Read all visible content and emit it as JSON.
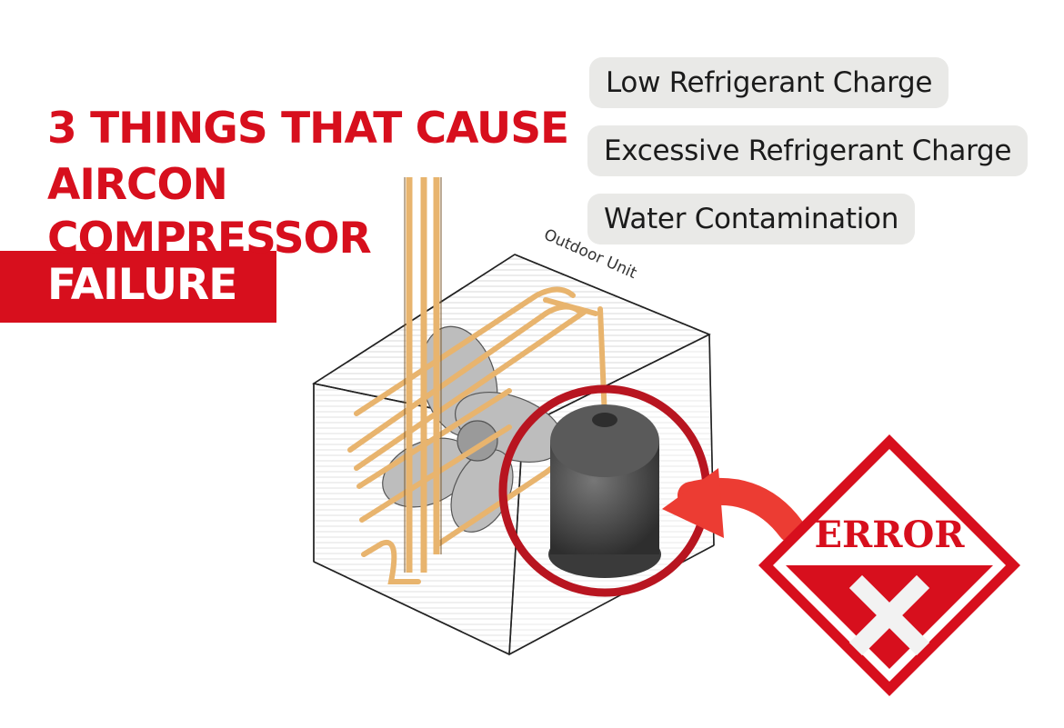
{
  "title": {
    "line1": "3 THINGS THAT CAUSE",
    "line2": "AIRCON",
    "line3": "COMPRESSOR",
    "line4": "FAILURE"
  },
  "causes": [
    {
      "label": "Low Refrigerant Charge"
    },
    {
      "label": "Excessive Refrigerant Charge"
    },
    {
      "label": "Water Contamination"
    }
  ],
  "diagram": {
    "unit_label": "Outdoor Unit",
    "error_label": "ERROR"
  },
  "colors": {
    "accent_red": "#d70f1d",
    "pill_bg": "#e9e9e7",
    "copper_pipe": "#e8b46e",
    "compressor": "#4a4a4a"
  },
  "icons": {
    "error_sign": "error-x-icon",
    "arrow": "curved-arrow-icon"
  }
}
